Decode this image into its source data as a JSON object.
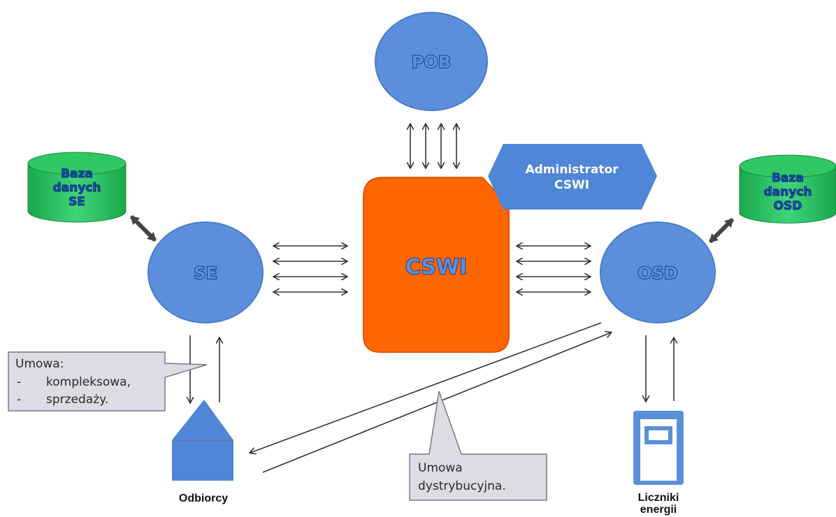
{
  "nodes": {
    "pob": "POB",
    "cswi": "CSWI",
    "se": "SE",
    "osd": "OSD",
    "administrator": [
      "Administrator",
      "CSWI"
    ]
  },
  "databases": {
    "se": [
      "Baza",
      "danych",
      "SE"
    ],
    "osd": [
      "Baza",
      "danych",
      "OSD"
    ]
  },
  "callouts": {
    "umowa_se": [
      "Umowa:",
      "-",
      "kompleksowa,",
      "-",
      "sprzedaży."
    ],
    "umowa_dystrybucyjna": [
      "Umowa",
      "dystrybucyjna."
    ]
  },
  "labels": {
    "odbiorcy": "Odbiorcy",
    "liczniki": [
      "Liczniki",
      "energii"
    ]
  },
  "colors": {
    "node_blue": "#5b8fdc",
    "cswi_orange": "#ff6600",
    "db_green": "#22bb55",
    "admin_blue": "#4f86d8",
    "callout_bg": "#dcdce4"
  }
}
